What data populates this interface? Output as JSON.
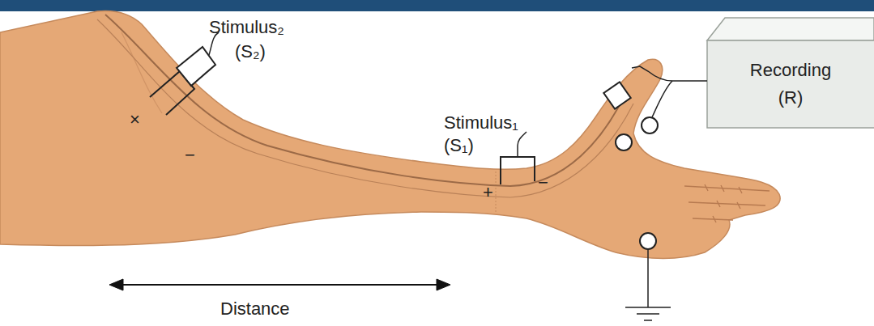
{
  "diagram": {
    "nodes": [
      {
        "text": [
          "Recording (R)"
        ]
      }
    ],
    "labels": [
      "Stimulus₂",
      "(S₂)",
      "×",
      "−",
      "Stimulus₁",
      "(S₁)",
      "+",
      "−",
      "Distance"
    ]
  }
}
